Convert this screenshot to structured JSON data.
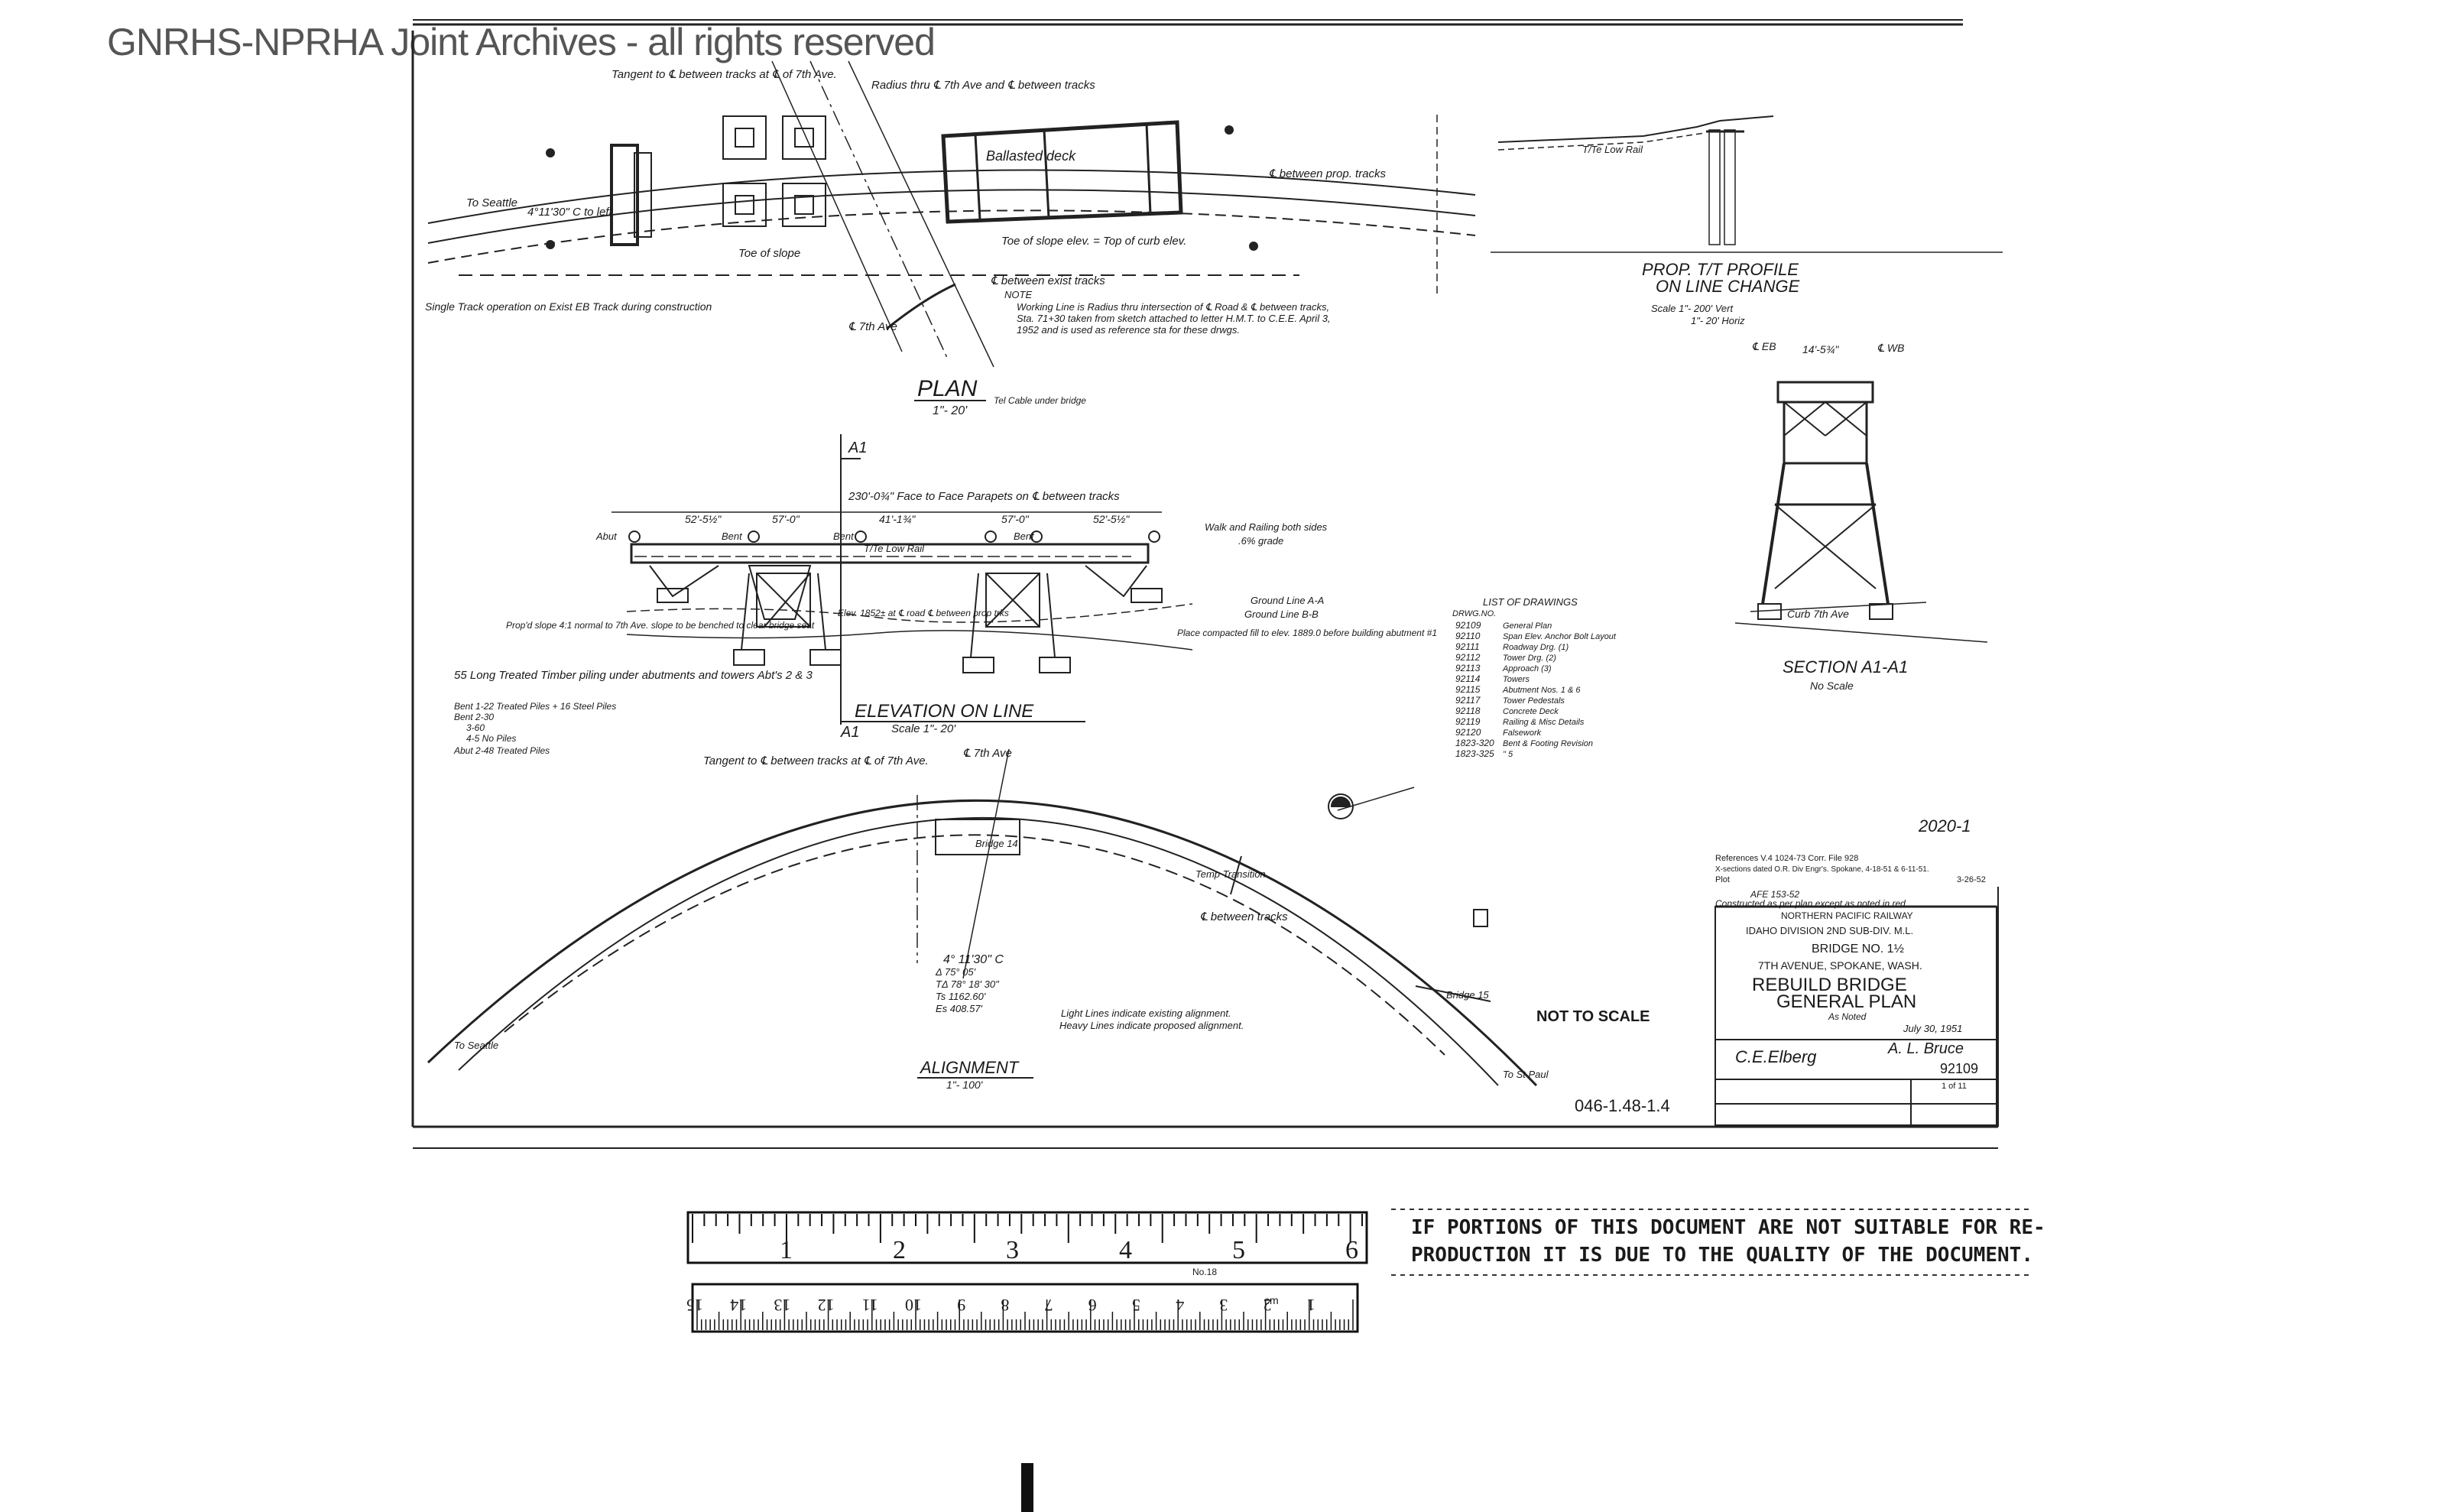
{
  "watermark": "GNRHS-NPRHA Joint Archives - all rights reserved",
  "plan": {
    "title": "PLAN",
    "scale": "1\"- 20'",
    "notes": {
      "tangent_7th": "Tangent to ℄ between tracks at ℄ of 7th Ave.",
      "radius_7th": "Radius thru ℄ 7th Ave and ℄ between tracks",
      "ballasted_deck": "Ballasted deck",
      "between_prop": "℄ between prop. tracks",
      "to_seattle": "To Seattle",
      "curve": "4°11'30\" C to left",
      "toe_slope": "Toe of slope",
      "toe_slope_elev": "Toe of slope elev. = Top of curb elev.",
      "between_exist": "℄ between exist tracks",
      "note_label": "NOTE",
      "single_track": "Single Track operation on Exist EB Track during construction",
      "seventh_ave": "℄ 7th Ave",
      "working_line": "Working Line is Radius thru intersection of ℄ Road & ℄ between tracks, Sta. 71+30 taken from sketch attached to letter H.M.T. to C.E.E. April 3, 1952 and is used as reference sta for these drwgs.",
      "tel_cable": "Tel Cable under bridge"
    }
  },
  "profile": {
    "title": "PROP. T/T PROFILE",
    "subtitle": "ON LINE CHANGE",
    "scale_v": "Scale 1\"- 200' Vert",
    "scale_h": "1\"- 20' Horiz",
    "rail": "T/Te Low Rail"
  },
  "elevation": {
    "title": "ELEVATION ON LINE",
    "scale": "Scale 1\"- 20'",
    "section_mark": "A1",
    "overall": "230'-0¾\" Face to Face Parapets on ℄ between tracks",
    "spans": [
      "52'-5½\"",
      "57'-0\"",
      "41'-1¾\"",
      "57'-0\"",
      "52'-5½\""
    ],
    "labels": {
      "abut": "Abut",
      "bent": "Bent",
      "low_rail": "T/Te Low Rail",
      "walk": "Walk and Railing both sides",
      "grade": ".6% grade",
      "ground_aa": "Ground Line A-A",
      "ground_bb": "Ground Line B-B",
      "road": "Elev. 1852± at ℄ road ℄ between prop trks",
      "compacted": "Place compacted fill to elev. 1889.0 before building abutment #1",
      "slope": "Prop'd slope 4:1 normal to 7th Ave. slope to be benched to clear bridge seat",
      "treated": "55 Long Treated Timber piling under abutments and towers Abt's 2 & 3",
      "bent_list": "Bent 1-22 Treated Piles + 16 Steel Piles",
      "bent_2": "Bent 2-30",
      "bent_3": "3-60",
      "bent_4": "4-5  No Piles",
      "abut_list": "Abut 2-48 Treated Piles"
    }
  },
  "drawings": {
    "title": "LIST OF DRAWINGS",
    "header": "DRWG.NO.",
    "items": [
      {
        "no": "92109",
        "name": "General Plan"
      },
      {
        "no": "92110",
        "name": "Span Elev. Anchor Bolt Layout"
      },
      {
        "no": "92111",
        "name": "Roadway Drg. (1)"
      },
      {
        "no": "92112",
        "name": "Tower Drg. (2)"
      },
      {
        "no": "92113",
        "name": "Approach (3)"
      },
      {
        "no": "92114",
        "name": "Towers"
      },
      {
        "no": "92115",
        "name": "Abutment Nos. 1 & 6"
      },
      {
        "no": "92117",
        "name": "Tower Pedestals"
      },
      {
        "no": "92118",
        "name": "Concrete Deck"
      },
      {
        "no": "92119",
        "name": "Railing & Misc Details"
      },
      {
        "no": "92120",
        "name": "Falsework"
      },
      {
        "no": "1823-320",
        "name": "Bent & Footing Revision"
      },
      {
        "no": "1823-325",
        "name": "\" 5"
      }
    ]
  },
  "section": {
    "title": "SECTION A1-A1",
    "scale": "No Scale",
    "curb": "Curb 7th Ave",
    "top": "14'-5¾\"",
    "tracks": "℄ WB",
    "tracks_e": "℄ EB"
  },
  "alignment": {
    "title": "ALIGNMENT",
    "scale": "1\"- 100'",
    "curve_data": [
      "4° 11'30\" C",
      "Δ  75° 05'",
      "TΔ  78° 18' 30\"",
      "Ts  1162.60'",
      "Es  408.57'"
    ],
    "notes": {
      "tangent": "Tangent to ℄ between tracks at ℄ of 7th Ave.",
      "seventh": "℄ 7th Ave",
      "between": "℄ between tracks",
      "temp": "Temp Transition",
      "light": "Light Lines indicate existing alignment.",
      "heavy": "Heavy Lines indicate proposed alignment.",
      "bridge_14": "Bridge 14",
      "bridge_15": "Bridge 15",
      "to_seattle": "To Seattle",
      "to_stpaul": "To St Paul",
      "not_to_scale": "NOT TO SCALE"
    }
  },
  "title_block": {
    "sheet_ref": "2020-1",
    "references": "References V.4 1024-73  Corr. File 928",
    "x_sections": "X-sections dated O.R. Div Engr's. Spokane, 4-18-51 & 6-11-51.",
    "plot": "Plot",
    "plot_date": "3-26-52",
    "afe": "AFE 153-52",
    "constructed": "Constructed as per plan except as noted in red.",
    "railway": "NORTHERN PACIFIC RAILWAY",
    "division": "IDAHO  DIVISION 2ND SUB-DIV. M.L.",
    "bridge": "BRIDGE NO. 1½",
    "location": "7TH AVENUE, SPOKANE, WASH.",
    "heading1": "REBUILD BRIDGE",
    "heading2": "GENERAL PLAN",
    "scale_note": "As Noted",
    "date": "July 30, 1951",
    "signature1": "C.E.Elberg",
    "signature2": "A. L. Bruce",
    "drawing_no": "92109",
    "sheet": "1 of 11",
    "file_no": "046-1.48-1.4"
  },
  "ruler": {
    "inch_labels": [
      "1",
      "2",
      "3",
      "4",
      "5",
      "6"
    ],
    "cm_labels": [
      "1",
      "2",
      "3",
      "4",
      "5",
      "6",
      "7",
      "8",
      "9",
      "10",
      "11",
      "12",
      "13",
      "14",
      "15"
    ],
    "cm_unit": "cm",
    "maker": "No.18"
  },
  "quality_notice": {
    "line1": "IF PORTIONS OF THIS DOCUMENT ARE NOT SUITABLE FOR RE-",
    "line2": "PRODUCTION IT IS DUE TO THE QUALITY OF THE DOCUMENT."
  }
}
